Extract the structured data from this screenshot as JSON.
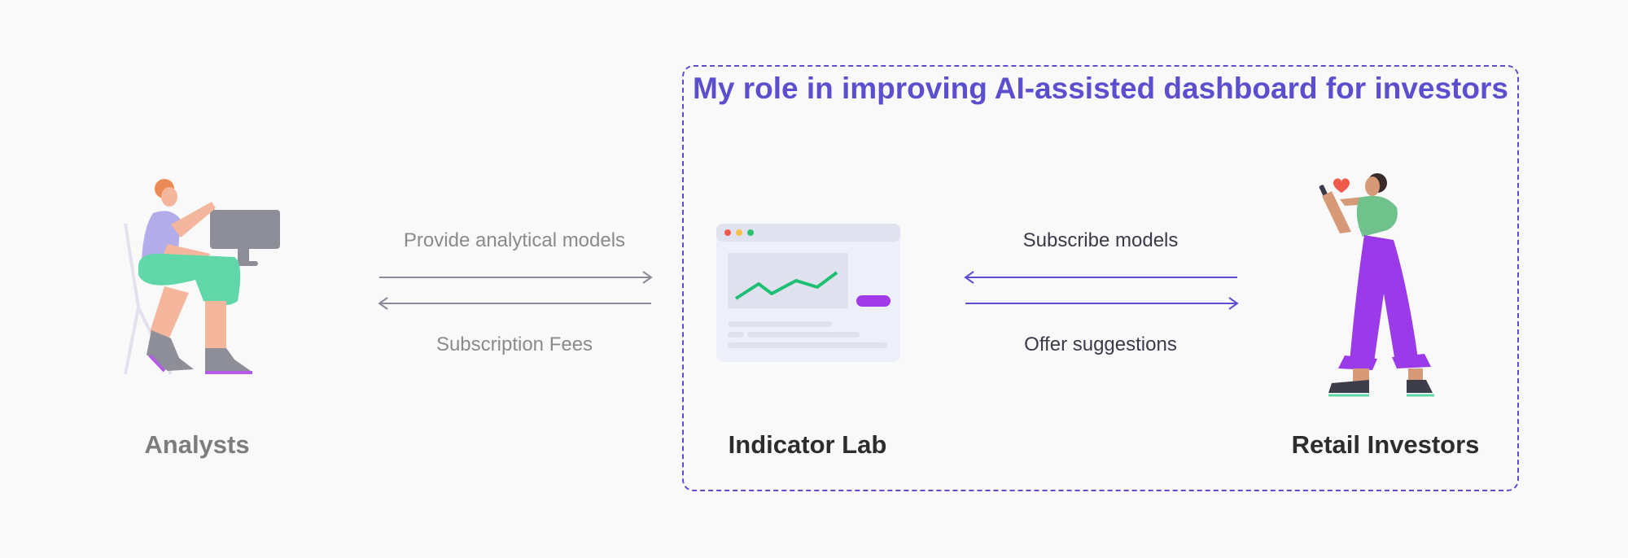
{
  "title": "My role in improving AI-assisted dashboard for investors",
  "entities": {
    "analysts": "Analysts",
    "indicator_lab": "Indicator Lab",
    "retail_investors": "Retail Investors"
  },
  "flows": {
    "provide": "Provide analytical models",
    "fees": "Subscription Fees",
    "subscribe": "Subscribe models",
    "offer": "Offer suggestions"
  },
  "colors": {
    "accent": "#5b4fd0",
    "arrow_left": "#8a8a9a",
    "arrow_right": "#5b4fd0",
    "chart_line": "#1dbf73",
    "button": "#a33ae8"
  }
}
